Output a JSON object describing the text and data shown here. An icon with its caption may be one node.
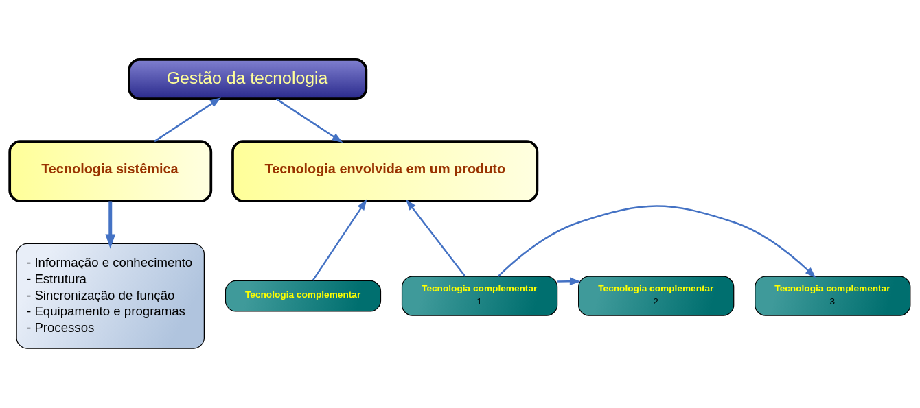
{
  "diagram": {
    "nodes": [
      {
        "text": [
          "Gestão da tecnologia"
        ]
      },
      {
        "text": [
          "Tecnologia sistêmica"
        ]
      },
      {
        "text": [
          "Tecnologia envolvida em um produto"
        ]
      },
      {
        "text": [
          "- Informação e conhecimento",
          "- Estrutura",
          "- Sincronização de função",
          "- Equipamento e programas",
          "- Processos"
        ]
      },
      {
        "text": [
          "Tecnologia complementar"
        ]
      },
      {
        "text": [
          "Tecnologia complementar",
          "1"
        ]
      },
      {
        "text": [
          "Tecnologia complementar",
          "2"
        ]
      },
      {
        "text": [
          "Tecnologia complementar",
          "3"
        ]
      }
    ],
    "edges": [
      {
        "from": 1,
        "to": 0,
        "arrow": "to"
      },
      {
        "from": 0,
        "to": 2,
        "arrow": "to"
      },
      {
        "from": 1,
        "to": 3,
        "arrow": "to",
        "style": "thick"
      },
      {
        "from": 4,
        "to": 2,
        "arrow": "to"
      },
      {
        "from": 5,
        "to": 2,
        "arrow": "to"
      },
      {
        "from": 5,
        "to": 6,
        "arrow": "to"
      },
      {
        "from": 5,
        "to": 7,
        "arrow": "to"
      }
    ]
  }
}
